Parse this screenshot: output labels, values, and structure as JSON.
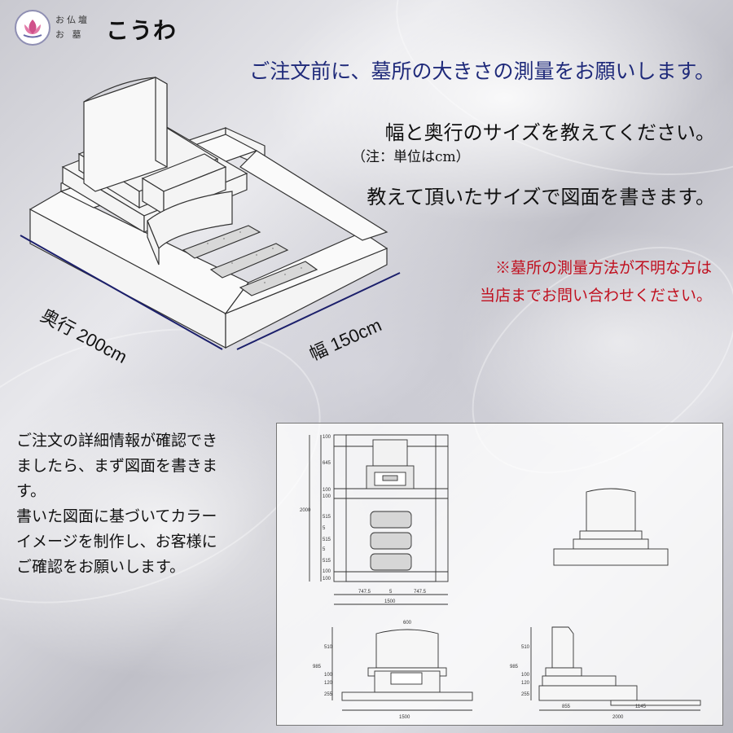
{
  "logo": {
    "top_line": "お仏壇",
    "bottom_line": "お 墓",
    "brand": "こうわ"
  },
  "headline": "ご注文前に、墓所の大きさの測量をお願いします。",
  "instructions": {
    "line1": "幅と奥行のサイズを教えてください。",
    "note": "（注：単位はcm）",
    "line2": "教えて頂いたサイズで図面を書きます。"
  },
  "warning": {
    "line1": "※墓所の測量方法が不明な方は",
    "line2": "当店までお問い合わせください。"
  },
  "iso_dimensions": {
    "depth": "奥行 200cm",
    "width": "幅 150cm"
  },
  "body_lines": [
    "ご注文の詳細情報が確認でき",
    "ましたら、まず図面を書きま",
    "す。",
    "書いた図面に基づいてカラー",
    "イメージを制作し、お客様に",
    "ご確認をお願いします。"
  ],
  "plan": {
    "left_labels": [
      "100",
      "645",
      "100",
      "100",
      "515",
      "5",
      "515",
      "5",
      "515",
      "100",
      "100"
    ],
    "total_depth": "2000",
    "bottom_left": "747.5",
    "bottom_mid": "5",
    "bottom_right": "747.5",
    "total_width": "1500"
  },
  "front_view": {
    "top": "600",
    "labels": [
      "510",
      "985",
      "100",
      "120",
      "255"
    ],
    "bottom": "1500"
  },
  "side_view": {
    "labels": [
      "510",
      "985",
      "100",
      "120",
      "255"
    ],
    "bottom_left": "855",
    "bottom_right": "1145",
    "total": "2000"
  },
  "colors": {
    "headline": "#1f2a7a",
    "warning": "#c0101f",
    "dimension_line": "#1b1f6b"
  }
}
